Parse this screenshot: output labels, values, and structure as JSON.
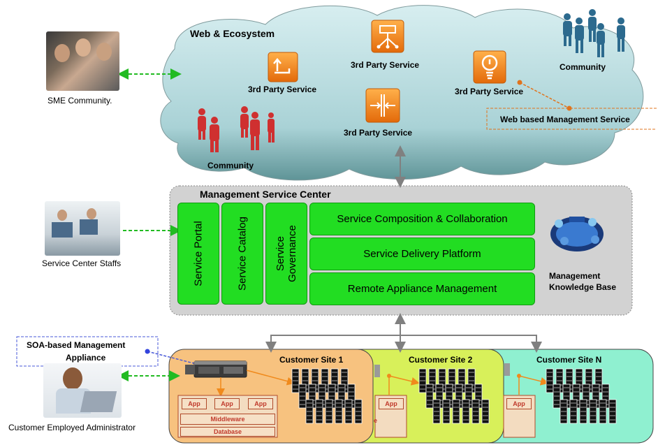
{
  "cloud": {
    "title": "Web & Ecosystem",
    "services": [
      "3rd Party Service",
      "3rd Party Service",
      "3rd Party Service",
      "3rd Party Service"
    ],
    "community_left": "Community",
    "community_right": "Community"
  },
  "web_mgmt": "Web based Management Service",
  "sme": "SME Community.",
  "msc": {
    "title": "Management Service Center",
    "portal": "Service Portal",
    "catalog": "Service Catalog",
    "governance_1": "Service",
    "governance_2": "Governance",
    "composition": "Service Composition & Collaboration",
    "delivery": "Service Delivery Platform",
    "remote": "Remote Appliance Management",
    "kb_1": "Management",
    "kb_2": "Knowledge Base"
  },
  "staff": "Service Center Staffs",
  "appliance_1": "SOA-based Management",
  "appliance_2": "Appliance",
  "admin": "Customer Employed Administrator",
  "sites": {
    "site1": "Customer Site 1",
    "site2": "Customer Site 2",
    "siteN": "Customer Site N",
    "app": "App",
    "middleware": "Middleware",
    "database": "Database",
    "partial_label": "e"
  },
  "colors": {
    "cloud": "#b9dfe3",
    "msc_bg": "#d4d4d4",
    "green": "#22dd22",
    "site1": "#f7c27f",
    "site2": "#d8f05a",
    "siteN": "#8ff0d0",
    "orange": "#f08a1c",
    "red_people": "#d03030",
    "blue_people": "#2a6a8a"
  }
}
